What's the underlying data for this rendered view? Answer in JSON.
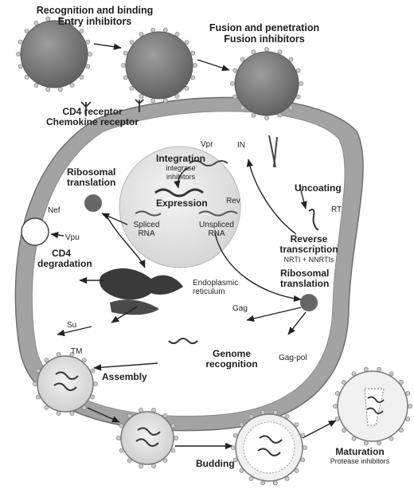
{
  "stages": {
    "recognition_title": "Recognition and binding",
    "recognition_sub": "Entry inhibitors",
    "fusion_title": "Fusion and penetration",
    "fusion_sub": "Fusion inhibitors",
    "uncoating": "Uncoating",
    "reverse_title": "Reverse",
    "reverse_title2": "transcription",
    "reverse_sub": "NRTI + NNRTIs",
    "integration_title": "Integration",
    "integration_sub1": "integrase",
    "integration_sub2": "inhibitors",
    "expression": "Expression",
    "ribosomal_left_1": "Ribosomal",
    "ribosomal_left_2": "translation",
    "ribosomal_right_1": "Ribosomal",
    "ribosomal_right_2": "translation",
    "cd4_deg_1": "CD4",
    "cd4_deg_2": "degradation",
    "genome_1": "Genome",
    "genome_2": "recognition",
    "assembly": "Assembly",
    "budding": "Budding",
    "maturation_title": "Maturation",
    "maturation_sub": "Protease inhibitors"
  },
  "receptors": {
    "cd4": "CD4 receptor",
    "chemokine": "Chemokine receptor"
  },
  "proteins": {
    "vpr": "Vpr",
    "in": "IN",
    "rt": "RT",
    "rev": "Rev",
    "nef": "Nef",
    "vpu": "Vpu",
    "gag": "Gag",
    "gag_pol": "Gag-pol",
    "su": "Su",
    "tm": "TM"
  },
  "rna": {
    "spliced_1": "Spliced",
    "spliced_2": "RNA",
    "unspliced_1": "Unspliced",
    "unspliced_2": "RNA"
  },
  "organelles": {
    "er_1": "Endoplasmic",
    "er_2": "reticulum"
  },
  "colors": {
    "membrane": "#9a9a9a",
    "virion": "#777777",
    "spike": "#c9c9c9",
    "nucleus": "#e6e6e6",
    "arrow": "#222222",
    "text": "#1e1e1e"
  }
}
